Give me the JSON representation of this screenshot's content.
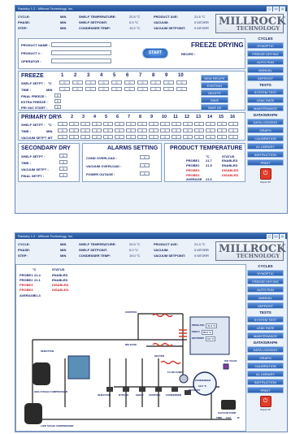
{
  "window_title": "Rackdry 1.2 - Millrock Technology, Inc.",
  "logo": {
    "line1": "MILLROCK",
    "line2": "TECHNOLOGY"
  },
  "header": {
    "shot1": {
      "cycle_label": "CYCLE:",
      "phase_label": "PHASE:",
      "step_label": "STEP:",
      "unit": "MIN",
      "shelf_temp_label": "SHELF TEMPERATURE:",
      "shelf_temp_value": "20.5 °C",
      "shelf_setpoint_label": "SHELF SETPOINT:",
      "shelf_setpoint_value": "0.0 °C",
      "condenser_label": "CONDENSER TEMP:",
      "condenser_value": "19.2 °C",
      "product_ave_label": "PRODUCT AVE:",
      "product_ave_value": "21.6 °C",
      "vacuum_label": "VACUUM:",
      "vacuum_value": "0 MTORR",
      "vacuum_setpoint_label": "VACUUM SETPOINT:",
      "vacuum_setpoint_value": "0 MTORR"
    },
    "shot2": {
      "cycle_label": "CYCLE:",
      "phase_label": "PHASE:",
      "step_label": "STEP:",
      "unit": "MIN",
      "shelf_temp_label": "SHELF TEMPERATURE:",
      "shelf_temp_value": "20.9 °C",
      "shelf_setpoint_label": "SHELF SETPOINT:",
      "shelf_setpoint_value": "0.0 °C",
      "condenser_label": "CONDENSER TEMP:",
      "condenser_value": "19.0 °C",
      "product_ave_label": "PRODUCT AVE:",
      "product_ave_value": "21.3 °C",
      "vacuum_label": "VACUUM:",
      "vacuum_value": "0 MTORR",
      "vacuum_setpoint_label": "VACUUM SETPOINT:",
      "vacuum_setpoint_value": "0 MTORR"
    }
  },
  "nav": {
    "cycles_heading": "CYCLES",
    "cycles": [
      "SYNOPTIC",
      "FREEZE DRYING",
      "AUTO RUN",
      "MANUAL",
      "DEFROST"
    ],
    "tests_heading": "TESTS",
    "tests": [
      "SYSTEM TEST",
      "LEAK RATE",
      "MAINTENANCE"
    ],
    "data_heading": "DATA/GRAPH",
    "data": [
      "DATA LOGGING",
      "GRAPH",
      "CALIBRATION",
      "AL LIBRARY",
      "INSTRUCTION",
      "PRINT"
    ],
    "stop_label": "Rapid Off"
  },
  "freeze_drying": {
    "title": "FREEZE DRYING",
    "recipe_label": "RECIPE :",
    "product_name_label": "PRODUCT NAME :",
    "product_num_label": "PRODUCT # :",
    "operator_label": "OPERATOR :",
    "start_label": "START"
  },
  "freeze": {
    "title": "FREEZE",
    "columns": [
      "1",
      "2",
      "3",
      "4",
      "5",
      "6",
      "7",
      "8",
      "9",
      "10"
    ],
    "shelf_setpt_label": "SHELF SETPT :",
    "shelf_unit": "°C",
    "time_label": "TIME :",
    "time_unit": "MIN",
    "final_freeze_label": "FINAL FREEZE :",
    "extra_freeze_label": "EXTRA FREEZE :",
    "pri_vac_label": "PRI VAC START :",
    "cell_value": "0",
    "buttons": [
      "NEW RECIPE",
      "EXISTING",
      "DELETE",
      "SAVE",
      "SAVE AS"
    ]
  },
  "primary_dry": {
    "title": "PRIMARY DRY",
    "columns": [
      "1",
      "2",
      "3",
      "4",
      "5",
      "6",
      "7",
      "8",
      "9",
      "10",
      "11",
      "12",
      "13",
      "14",
      "15",
      "16"
    ],
    "shelf_setpt_label": "SHELF SETPT :",
    "shelf_unit": "°C",
    "time_label": "TIME :",
    "time_unit": "MIN",
    "vacuum_setpt_label": "VACUUM SETPT :",
    "vacuum_unit": "MT",
    "cell_value": "0"
  },
  "secondary_dry": {
    "title": "SECONDARY DRY",
    "shelf_setpt_label": "SHELF SETPT :",
    "time_label": "TIME :",
    "vacuum_setpt_label": "VACUUM SETPT :",
    "final_setpt_label": "FINAL SETPT :",
    "cell_value": "0"
  },
  "alarms": {
    "title": "ALARMS SETTING",
    "cond_overload_label": "COND OVERLOAD :",
    "vacuum_overload_label": "VACUUM OVERLOAD :",
    "power_outage_label": "POWER OUTAGE :",
    "cell_value": "0"
  },
  "product_temp": {
    "title": "PRODUCT TEMPERATURE",
    "unit_header": "°C",
    "status_header": "STATUS",
    "probes": [
      {
        "name": "PROBE1",
        "value": "21.7",
        "status": "ENABLED",
        "color": "#14226a"
      },
      {
        "name": "PROBE2",
        "value": "21.5",
        "status": "ENABLED",
        "color": "#14226a"
      },
      {
        "name": "PROBE3",
        "value": "",
        "status": "DISABLED",
        "color": "#d0202a"
      },
      {
        "name": "PROBE4",
        "value": "",
        "status": "DISABLED",
        "color": "#d0202a"
      }
    ],
    "average_label": "AVERAGE",
    "average_value": "21.6"
  },
  "synoptic": {
    "unit_header": "°C",
    "status_header": "STATUS",
    "probes": [
      {
        "name": "PROBE1",
        "value": "21.4",
        "status": "ENABLED",
        "color": "#14226a"
      },
      {
        "name": "PROBE2",
        "value": "21.1",
        "status": "ENABLED",
        "color": "#14226a"
      },
      {
        "name": "PROBE3",
        "value": "",
        "status": "DISABLED",
        "color": "#d0202a"
      },
      {
        "name": "PROBE4",
        "value": "",
        "status": "DISABLED",
        "color": "#d0202a"
      }
    ],
    "average_label": "AVERAGE",
    "average_value": "21.3",
    "labels": {
      "control": "CONTROL",
      "release": "RELEASE",
      "heater": "HEATER",
      "fluid_pump": "FLUID PUMP",
      "iso_valve": "ISO VALVE",
      "condenser": "CONDENSER",
      "condenser_value": "19.0 °C",
      "injection": "INJECTION",
      "high_stage": "HIGH STAGE COMPRESSOR",
      "low_stage": "LOW STAGE COMPRESSOR",
      "injection_bottom": "INJECTION",
      "bypass": "BYPASS",
      "shelf": "SHELF",
      "control_bottom": "CONTROL",
      "condenser_bottom": "CONDENSER",
      "defrost": "DEFROST",
      "vacuum_pump": "VACUUM PUMP",
      "time_label": "TIME",
      "time_value": "0.00",
      "time_unit": "M"
    },
    "readouts": {
      "prob_ave_label": "PROB AVE",
      "prob_ave_value": "21.3 °C",
      "shelf_label": "SHELF",
      "shelf_value": "20.9 °C",
      "setpoint_label": "SETPOINT",
      "setpoint_value": "0.0 °C"
    }
  },
  "colors": {
    "accent": "#2a5fb0",
    "title": "#14226a",
    "disabled": "#d0202a",
    "coil": "#d23a2a"
  }
}
